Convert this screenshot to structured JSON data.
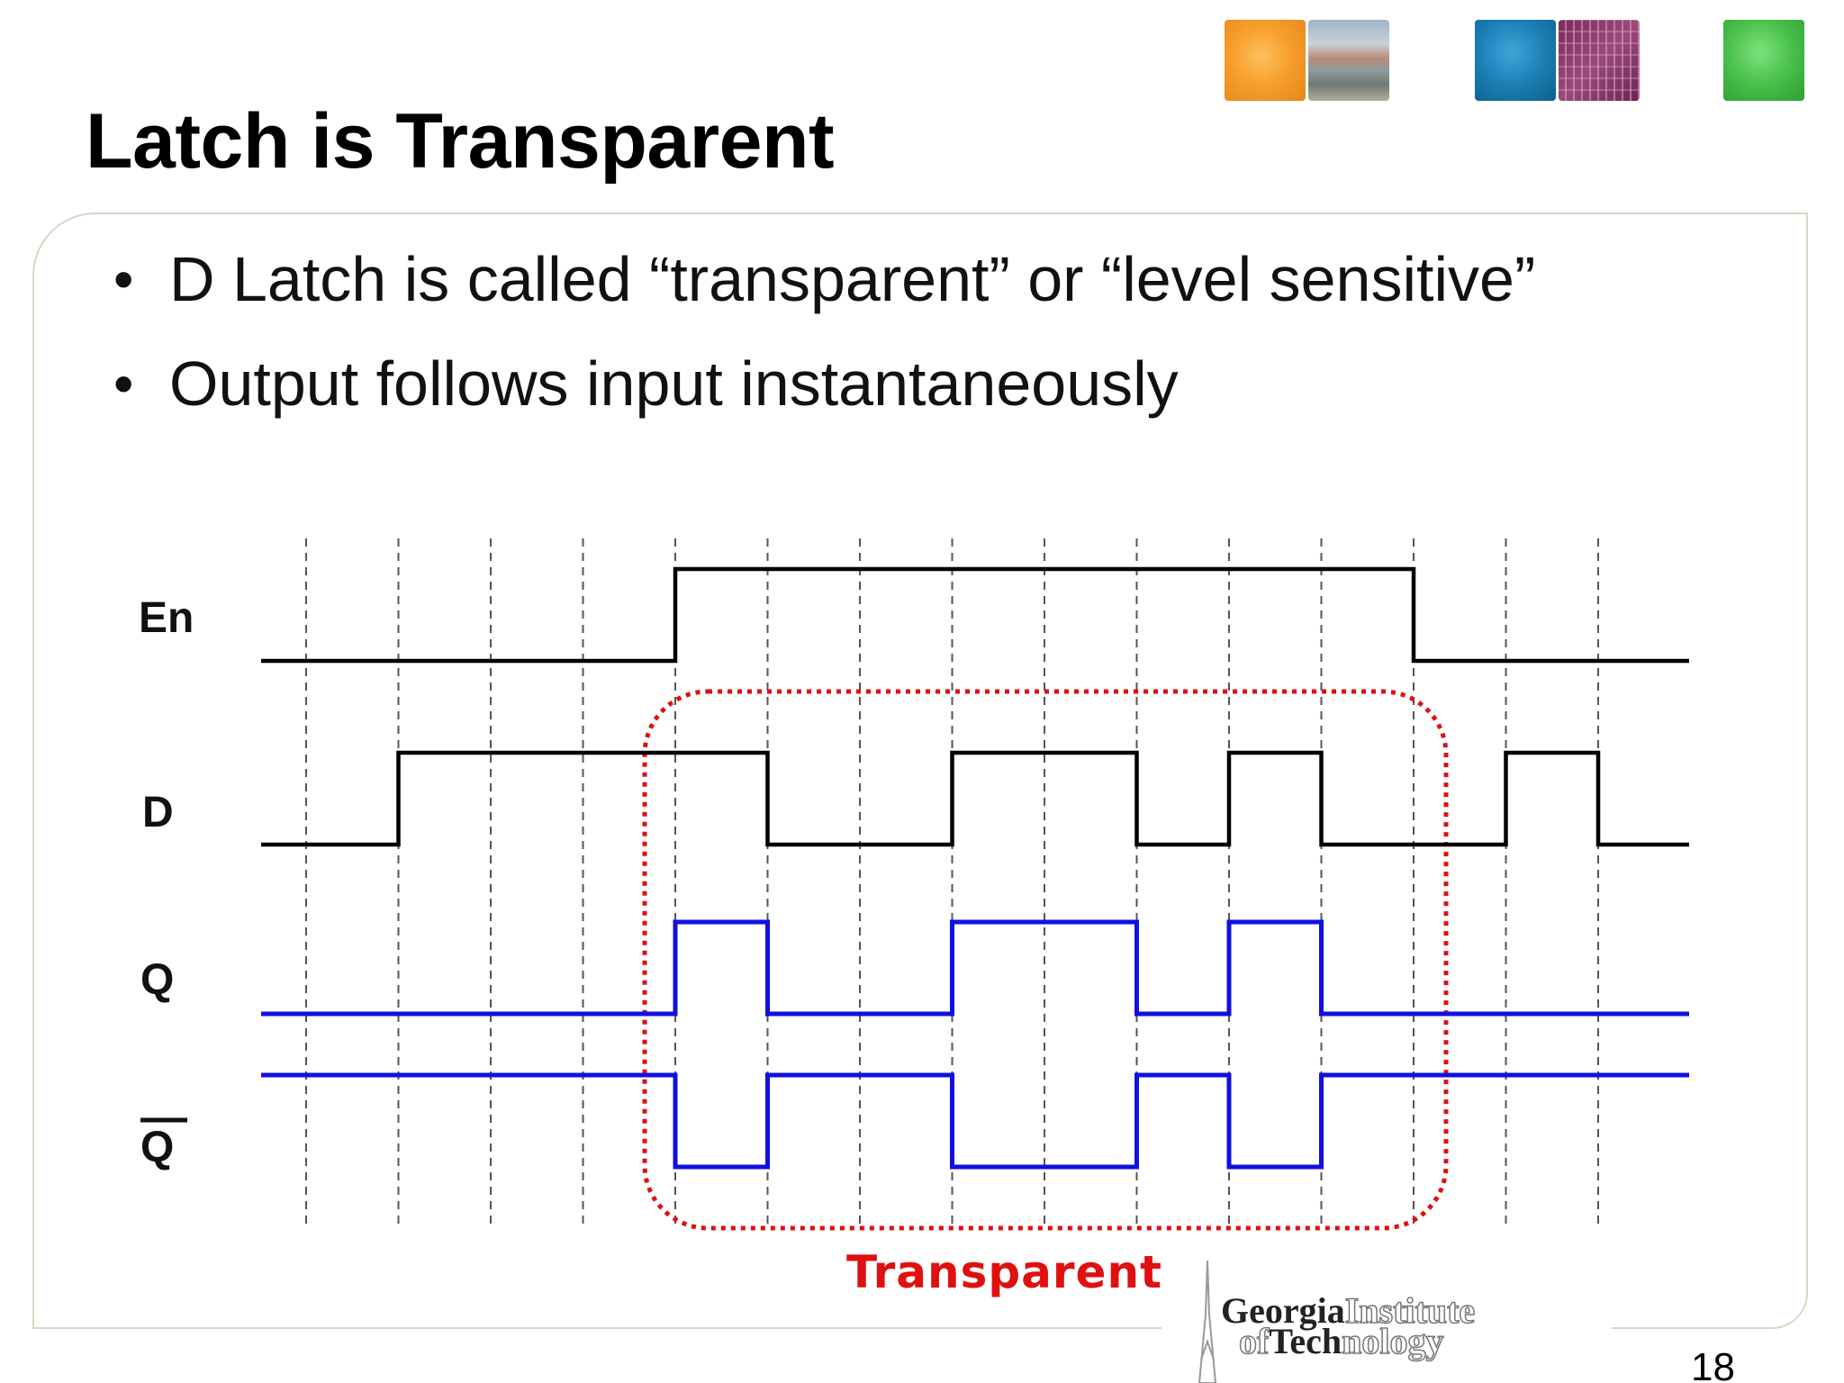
{
  "header": {
    "tiles": [
      {
        "name": "orange-tile",
        "color": "#f6a02c"
      },
      {
        "name": "campus-photo",
        "icon": "building-photo"
      },
      {
        "name": "blue-tile",
        "color": "#1b7fb5"
      },
      {
        "name": "circuit-board-photo",
        "icon": "circuit-photo"
      },
      {
        "name": "green-tile",
        "color": "#48c048"
      }
    ]
  },
  "slide": {
    "title": "Latch is Transparent",
    "bullets": [
      {
        "text": "D Latch is called “transparent” or “level sensitive”"
      },
      {
        "text": "Output follows input instantaneously"
      }
    ]
  },
  "diagram": {
    "signals": [
      {
        "label": "En",
        "color": "#000000",
        "overline": false,
        "levels": [
          0,
          0,
          0,
          0,
          1,
          1,
          1,
          1,
          1,
          1,
          1,
          1,
          0,
          0,
          0
        ]
      },
      {
        "label": "D",
        "color": "#000000",
        "overline": false,
        "levels": [
          0,
          1,
          1,
          1,
          1,
          0,
          0,
          1,
          1,
          0,
          1,
          0,
          0,
          1,
          0
        ]
      },
      {
        "label": "Q",
        "color": "#1010e0",
        "overline": false,
        "levels": [
          0,
          0,
          0,
          0,
          1,
          0,
          0,
          1,
          1,
          0,
          1,
          0,
          0,
          0,
          0
        ]
      },
      {
        "label": "Q",
        "color": "#1010e0",
        "overline": true,
        "levels": [
          1,
          1,
          1,
          1,
          0,
          1,
          1,
          0,
          0,
          1,
          0,
          1,
          1,
          1,
          1
        ]
      }
    ],
    "transparent_label": "Transparent",
    "highlight_color": "#e01010"
  },
  "logo": {
    "line1_bold": "Georgia",
    "line1_outline": "Institute",
    "line2_outline_prefix": "of",
    "line2_bold": "Tech",
    "line2_outline": "nology"
  },
  "page_number": "18"
}
